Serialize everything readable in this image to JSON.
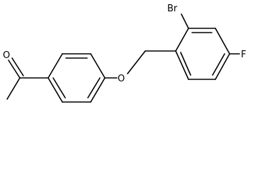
{
  "molecule": {
    "atoms": {
      "oxygen_carbonyl": "O",
      "oxygen_ether": "O",
      "bromine": "Br",
      "fluorine": "F"
    }
  },
  "colors": {
    "bond": "#000000",
    "background": "#ffffff",
    "text": "#000000"
  }
}
